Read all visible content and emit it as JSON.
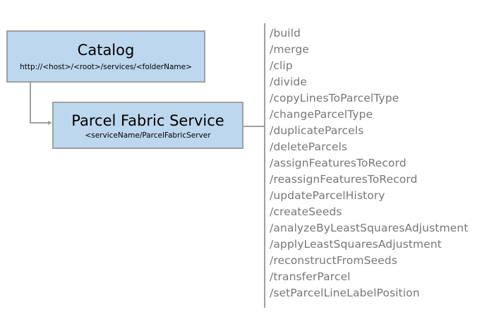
{
  "catalog": {
    "title": "Catalog",
    "url": "http://<host>/<root>/services/<folderName>"
  },
  "service": {
    "title": "Parcel Fabric Service",
    "url": "<serviceName/ParcelFabricServer"
  },
  "operations": [
    "/build",
    "/merge",
    "/clip",
    "/divide",
    "/copyLinesToParcelType",
    "/changeParcelType",
    "/duplicateParcels",
    "/deleteParcels",
    "/assignFeaturesToRecord",
    "/reassignFeaturesToRecord",
    "/updateParcelHistory",
    "/createSeeds",
    "/analyzeByLeastSquaresAdjustment",
    "/applyLeastSquaresAdjustment",
    "/reconstructFromSeeds",
    "/transferParcel",
    "/setParcelLineLabelPosition"
  ],
  "colors": {
    "box_fill": "#bdd7ee",
    "box_border": "#a0a0a0",
    "operation_text": "#777777"
  }
}
